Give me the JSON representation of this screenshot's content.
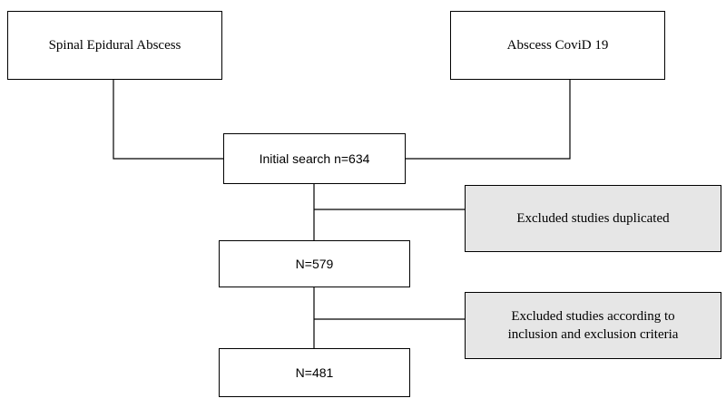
{
  "boxes": {
    "source_left": "Spinal Epidural Abscess",
    "source_right": "Abscess CoviD 19",
    "initial_search": "Initial search n=634",
    "excluded_duplicates": "Excluded studies duplicated",
    "after_duplicates": "N=579",
    "excluded_criteria_line1": "Excluded studies according to",
    "excluded_criteria_line2": "inclusion and exclusion criteria",
    "final": "N=481"
  }
}
